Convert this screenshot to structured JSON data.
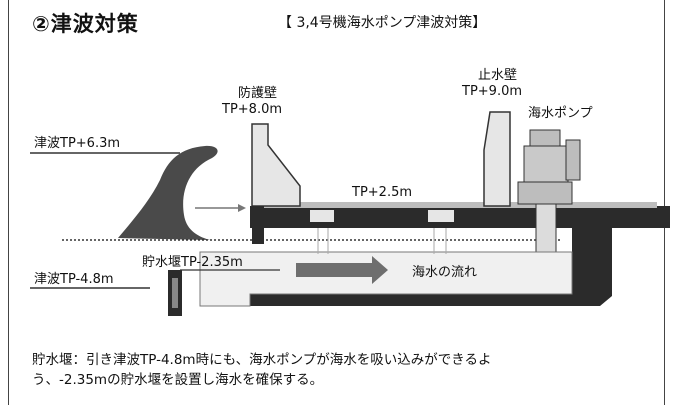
{
  "header": {
    "title": "②津波対策",
    "subtitle": "【 3,4号機海水ポンプ津波対策】"
  },
  "labels": {
    "protective_wall": "防護壁",
    "protective_wall_level": "TP+8.0m",
    "water_stop_wall": "止水壁",
    "water_stop_wall_level": "TP+9.0m",
    "seawater_pump": "海水ポンプ",
    "tsunami_high": "津波TP+6.3m",
    "ground_level": "TP+2.5m",
    "tsunami_low": "津波TP-4.8m",
    "reservoir_weir": "貯水堰TP-2.35m",
    "seawater_flow": "海水の流れ"
  },
  "note": {
    "line1": "貯水堰：引き津波TP-4.8m時にも、海水ポンプが海水を吸い込みができるよ",
    "line2": "う、-2.35mの貯水堰を設置し海水を確保する。"
  },
  "colors": {
    "dark": "#2b2b2b",
    "wall_fill": "#e6e6e6",
    "wave": "#4a4a4a",
    "pipe_fill": "#eeeeee",
    "arrow": "#6e6e6e"
  }
}
